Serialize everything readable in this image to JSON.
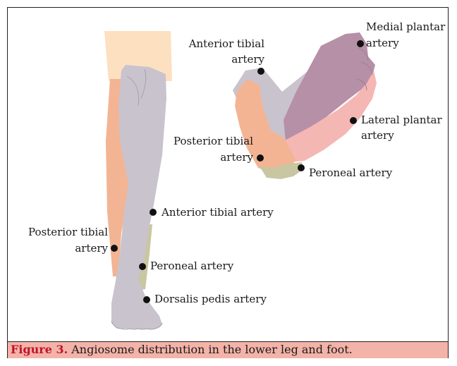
{
  "colors": {
    "skin_light": "#fde0c0",
    "anterior_tibial": "#c9c3cd",
    "posterior_tibial": "#f3b493",
    "peroneal": "#c9c6a2",
    "medial_plantar": "#b690a6",
    "lateral_plantar": "#f5b7b4",
    "caption_bg": "#f3b3a8",
    "figure_label": "#c0142b"
  },
  "leg_labels": {
    "anterior_tibial": "Anterior tibial artery",
    "posterior_tibial_line1": "Posterior tibial",
    "posterior_tibial_line2": "artery",
    "peroneal": "Peroneal artery",
    "dorsalis_pedis": "Dorsalis pedis artery"
  },
  "foot_labels": {
    "anterior_tibial_line1": "Anterior tibial",
    "anterior_tibial_line2": "artery",
    "medial_plantar_line1": "Medial plantar",
    "medial_plantar_line2": "artery",
    "lateral_plantar_line1": "Lateral plantar",
    "lateral_plantar_line2": "artery",
    "posterior_tibial_line1": "Posterior tibial",
    "posterior_tibial_line2": "artery",
    "peroneal": "Peroneal artery"
  },
  "caption": {
    "label": "Figure 3.",
    "text": " Angiosome distribution in the lower leg and foot."
  }
}
